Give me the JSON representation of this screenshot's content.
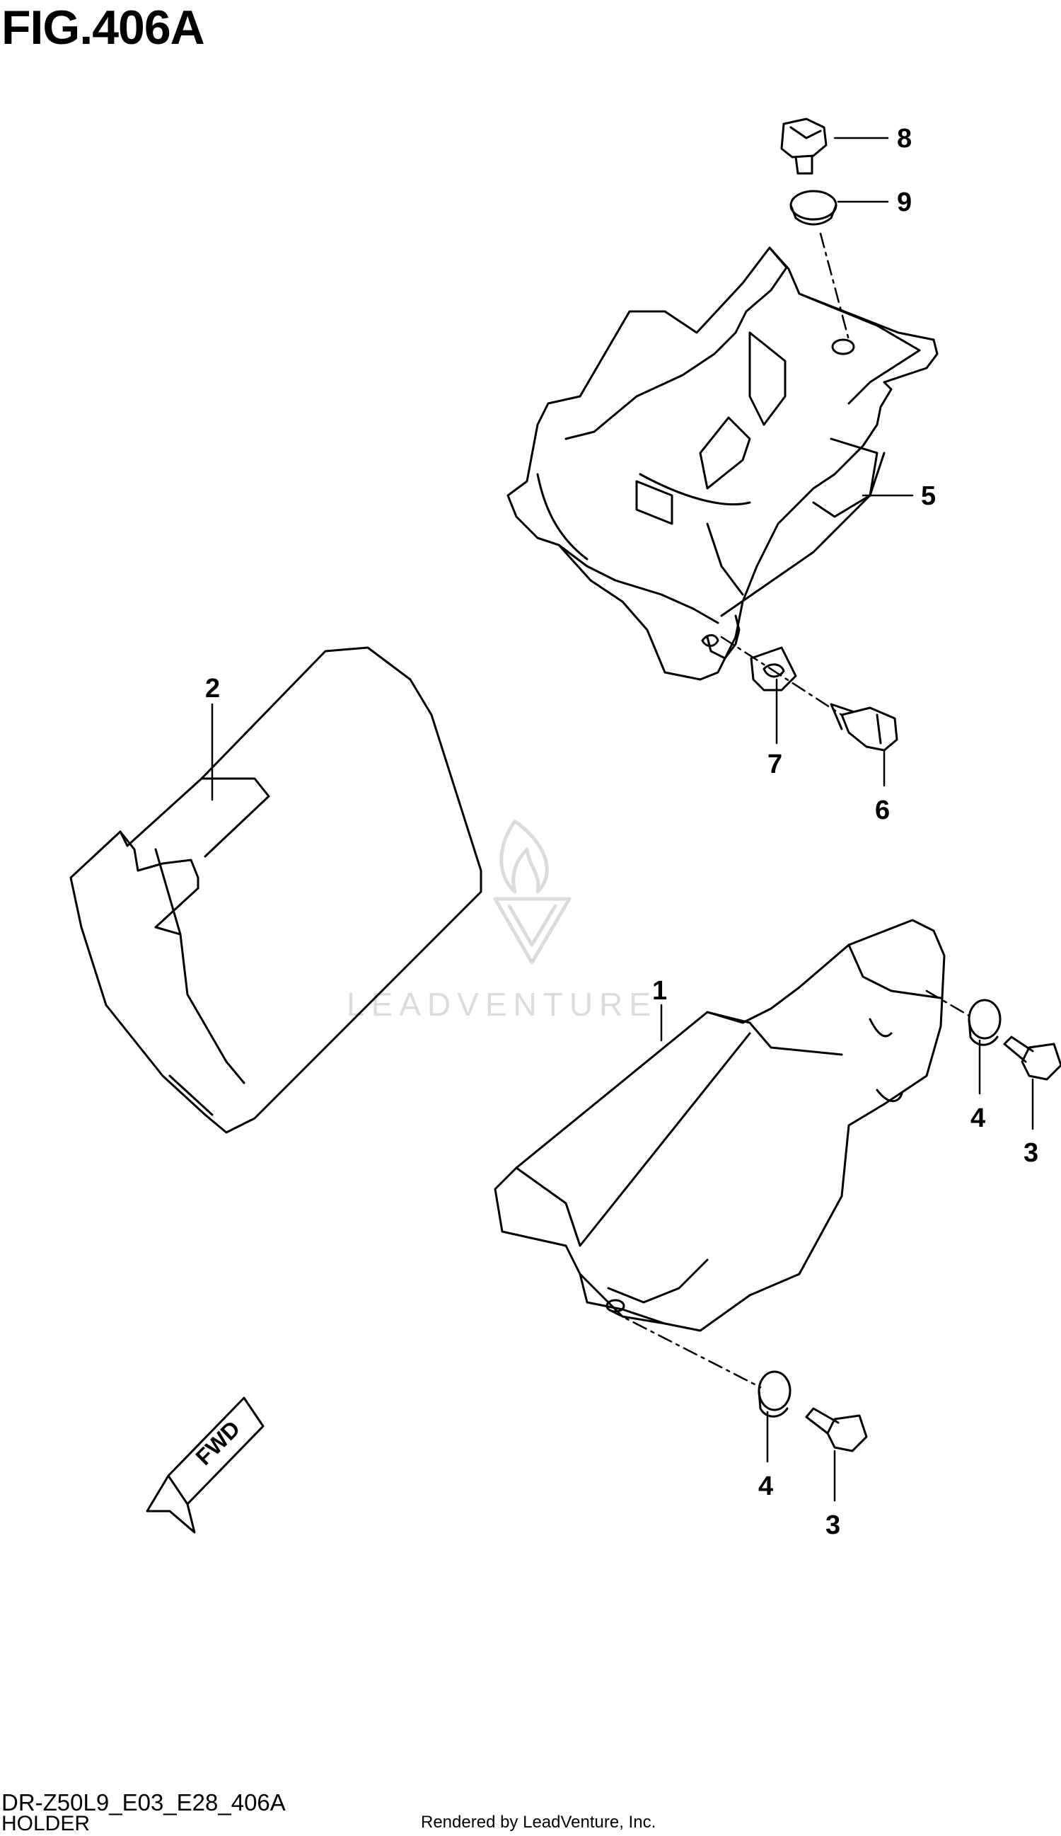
{
  "figure": {
    "title": "FIG.406A",
    "code": "DR-Z50L9_E03_E28_406A",
    "name": "HOLDER",
    "credit": "Rendered by LeadVenture, Inc.",
    "watermark": "LEADVENTURE"
  },
  "callouts": [
    "1",
    "2",
    "3",
    "3",
    "4",
    "4",
    "5",
    "6",
    "7",
    "8",
    "9"
  ],
  "direction_arrow": "FWD",
  "colors": {
    "line": "#000000",
    "watermark": "#dcdcdc",
    "background": "#ffffff"
  }
}
